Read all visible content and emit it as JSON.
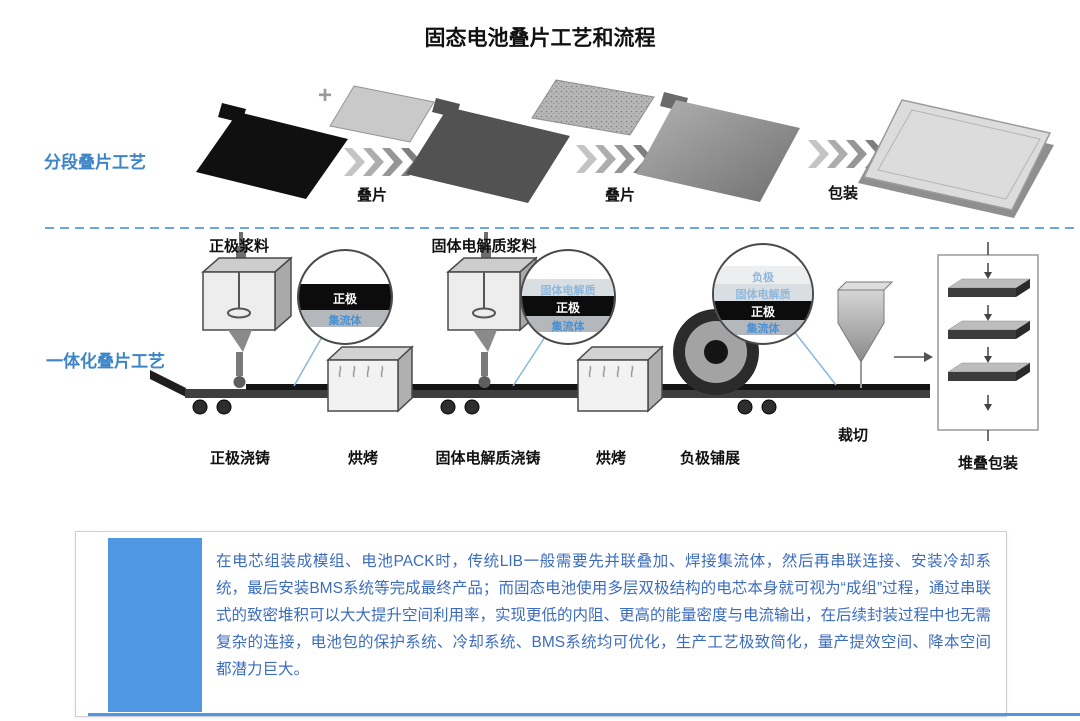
{
  "title": "固态电池叠片工艺和流程",
  "segmented": {
    "label": "分段叠片工艺",
    "plus": "+",
    "steps": [
      "叠片",
      "叠片",
      "包装"
    ]
  },
  "integrated": {
    "label": "一体化叠片工艺",
    "slurry": {
      "cathode": "正极浆料",
      "electrolyte": "固体电解质浆料"
    },
    "inset1": [
      "正极",
      "集流体"
    ],
    "inset2": [
      "固体电解质",
      "正极",
      "集流体"
    ],
    "inset3": [
      "负极",
      "固体电解质",
      "正极",
      "集流体"
    ],
    "process": {
      "cathode_casting": "正极浇铸",
      "baking1": "烘烤",
      "electrolyte_casting": "固体电解质浇铸",
      "baking2": "烘烤",
      "anode_spreading": "负极铺展",
      "cutting": "裁切",
      "stack_packaging": "堆叠包装"
    }
  },
  "note": {
    "text": "在电芯组装成模组、电池PACK时，传统LIB一般需要先并联叠加、焊接集流体，然后再串联连接、安装冷却系统，最后安装BMS系统等完成最终产品；而固态电池使用多层双极结构的电芯本身就可视为“成组”过程，通过串联式的致密堆积可以大大提升空间利用率，实现更低的内阻、更高的能量密度与电流输出，在后续封装过程中也无需复杂的连接，电池包的保护系统、冷却系统、BMS系统均可优化，生产工艺极致简化，量产提效空间、降本空间都潜力巨大。"
  },
  "colors": {
    "section_label_blue": "#3d85c6",
    "note_text_blue": "#3c6cbe",
    "accent_blue": "#4f96e3",
    "dashed_line_blue": "#6aa7dd",
    "collector_text_blue": "#4a90d2",
    "electrolyte_text_blue": "#8fb8dc"
  }
}
